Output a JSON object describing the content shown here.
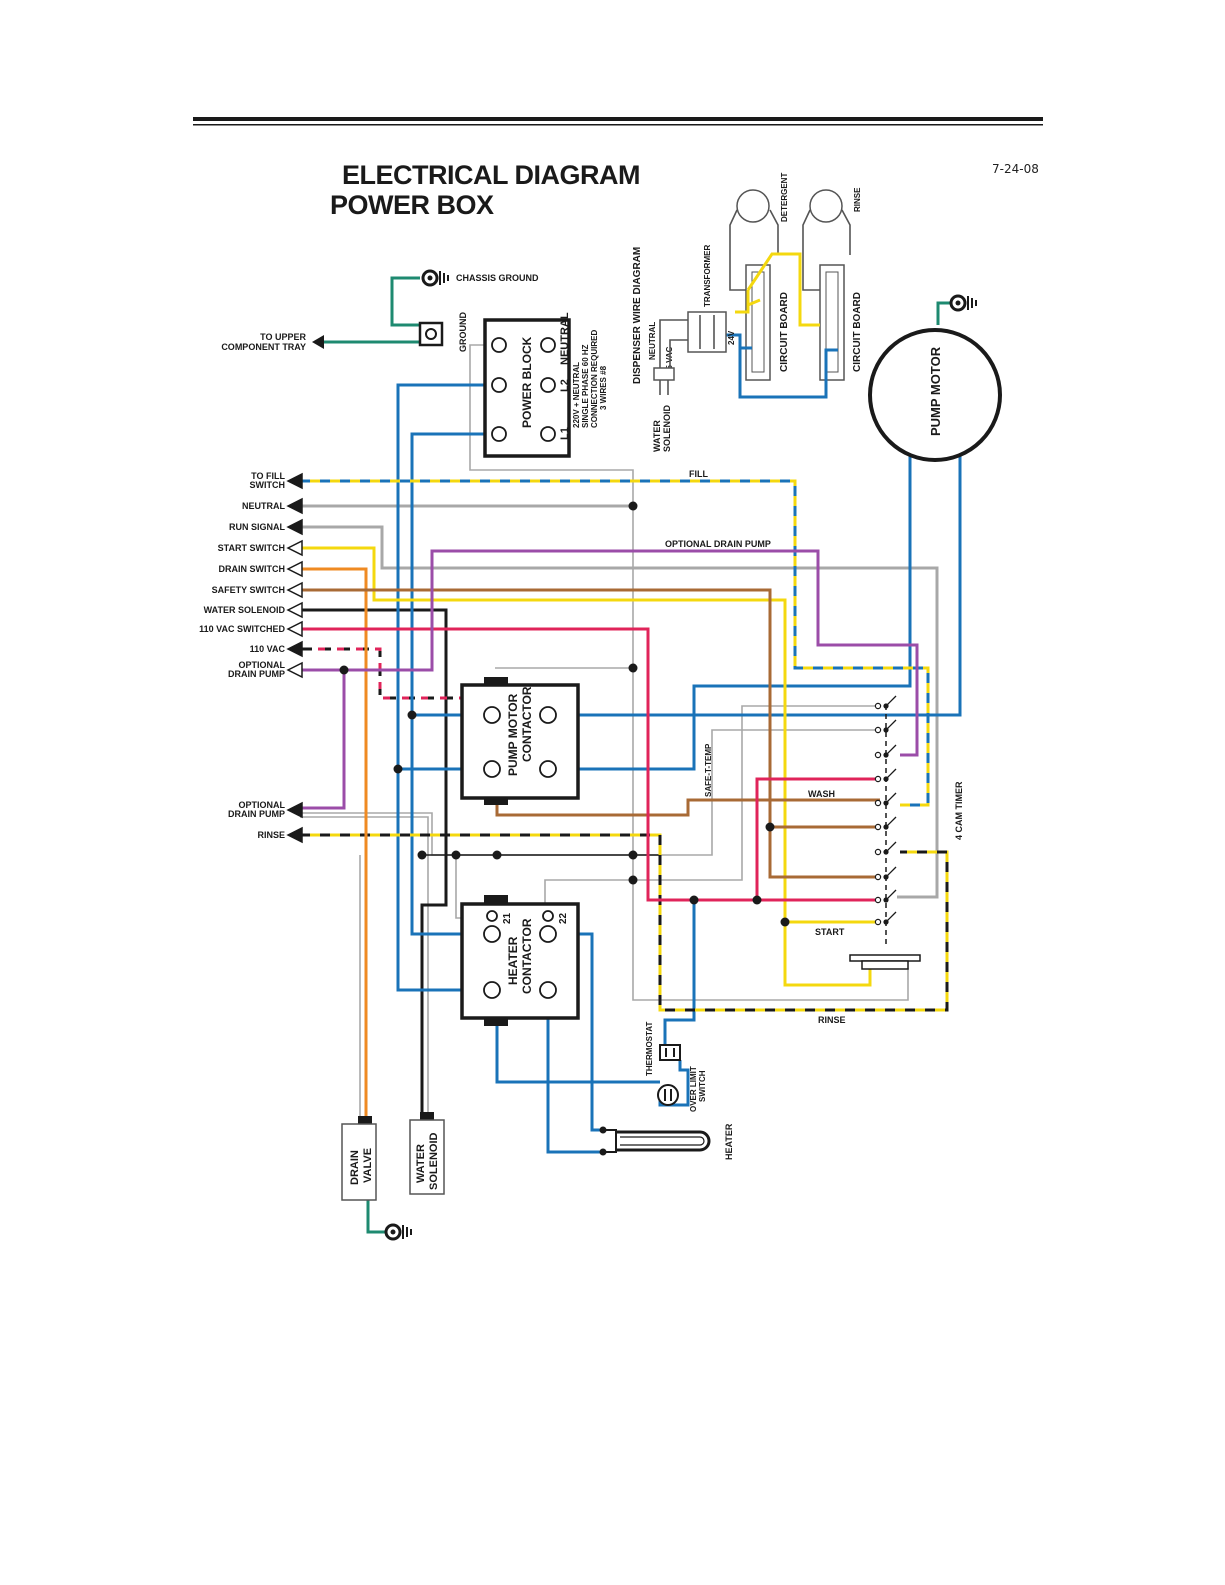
{
  "header": {
    "title_line1": "ELECTRICAL DIAGRAM",
    "title_line2": "POWER BOX",
    "date": "7-24-08"
  },
  "colors": {
    "blue": "#1a73b8",
    "yellow": "#f4d80f",
    "black": "#1a1a1a",
    "gray": "#a8a8a8",
    "red": "#e0245a",
    "orange": "#ef8a22",
    "brown": "#a86a35",
    "purple": "#9b4da8",
    "green": "#1e8a70"
  },
  "left_terminals": [
    {
      "label_line1": "TO FILL",
      "label_line2": "SWITCH",
      "arrow": "filled"
    },
    {
      "label_line1": "NEUTRAL",
      "label_line2": "",
      "arrow": "filled"
    },
    {
      "label_line1": "RUN SIGNAL",
      "label_line2": "",
      "arrow": "filled"
    },
    {
      "label_line1": "START SWITCH",
      "label_line2": "",
      "arrow": "open"
    },
    {
      "label_line1": "DRAIN SWITCH",
      "label_line2": "",
      "arrow": "open"
    },
    {
      "label_line1": "SAFETY SWITCH",
      "label_line2": "",
      "arrow": "open"
    },
    {
      "label_line1": "WATER SOLENOID",
      "label_line2": "",
      "arrow": "open"
    },
    {
      "label_line1": "110 VAC SWITCHED",
      "label_line2": "",
      "arrow": "open"
    },
    {
      "label_line1": "110 VAC",
      "label_line2": "",
      "arrow": "filled"
    },
    {
      "label_line1": "OPTIONAL",
      "label_line2": "DRAIN PUMP",
      "arrow": "open"
    },
    {
      "label_line1": "OPTIONAL",
      "label_line2": "DRAIN PUMP",
      "arrow": "filled"
    },
    {
      "label_line1": "RINSE",
      "label_line2": "",
      "arrow": "filled"
    }
  ],
  "top_labels": {
    "chassis_ground": "CHASSIS GROUND",
    "to_upper_line1": "TO UPPER",
    "to_upper_line2": "COMPONENT TRAY",
    "ground": "GROUND"
  },
  "power_block": {
    "name": "POWER BLOCK",
    "neutral": "NEUTRAL",
    "l2": "L2",
    "l1": "L1",
    "spec_line1": "220V + NEUTRAL",
    "spec_line2": "SINGLE PHASE 60 HZ",
    "spec_line3": "CONNECTION REQUIRED",
    "spec_line4": "3 WIRES #8"
  },
  "dispenser": {
    "title": "DISPENSER WIRE DIAGRAM",
    "transformer": "TRANSFORMER",
    "detergent": "DETERGENT",
    "rinse": "RINSE",
    "circuit_board": "CIRCUIT BOARD",
    "v24": "24V",
    "vac115": "115 VAC",
    "neutral": "NEUTRAL",
    "water_line1": "WATER",
    "water_line2": "SOLENOID"
  },
  "wire_labels": {
    "fill": "FILL",
    "optional_drain_pump": "OPTIONAL DRAIN PUMP",
    "wash": "WASH",
    "start": "START",
    "rinse": "RINSE",
    "safe_t_temp": "SAFE-T-TEMP",
    "cam_timer": "4 CAM TIMER"
  },
  "components": {
    "pump_motor": "PUMP MOTOR",
    "pump_contactor_line1": "PUMP MOTOR",
    "pump_contactor_line2": "CONTACTOR",
    "heater_contactor_line1": "HEATER",
    "heater_contactor_line2": "CONTACTOR",
    "contact_21": "21",
    "contact_22": "22",
    "thermostat": "THERMOSTAT",
    "over_limit_line1": "OVER LIMIT",
    "over_limit_line2": "SWITCH",
    "heater": "HEATER",
    "drain_valve_line1": "DRAIN",
    "drain_valve_line2": "VALVE",
    "water_solenoid_line1": "WATER",
    "water_solenoid_line2": "SOLENOID"
  }
}
